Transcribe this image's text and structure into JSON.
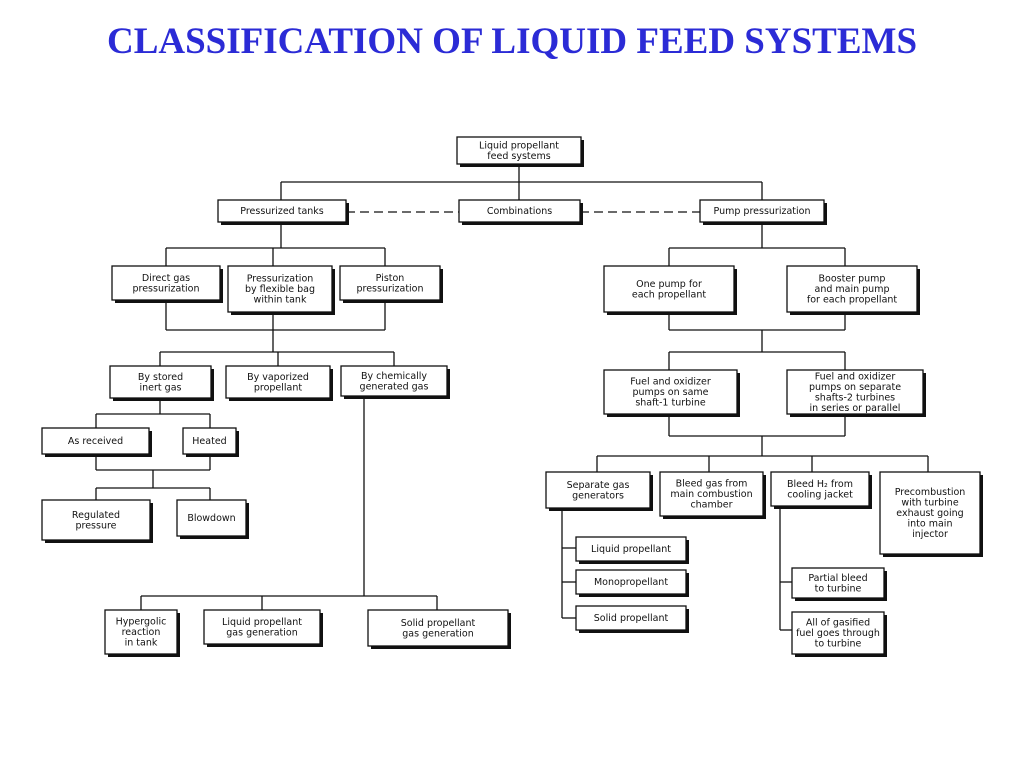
{
  "title": "CLASSIFICATION OF LIQUID FEED SYSTEMS",
  "nodes": {
    "root": [
      "Liquid propellant",
      "feed systems"
    ],
    "pressurized_tanks": [
      "Pressurized tanks"
    ],
    "combinations": [
      "Combinations"
    ],
    "pump_pressurization": [
      "Pump pressurization"
    ],
    "direct_gas": [
      "Direct gas",
      "pressurization"
    ],
    "flexible_bag": [
      "Pressurization",
      "by flexible bag",
      "within tank"
    ],
    "piston": [
      "Piston",
      "pressurization"
    ],
    "stored_inert_gas": [
      "By stored",
      "inert gas"
    ],
    "vaporized_propellant": [
      "By vaporized",
      "propellant"
    ],
    "chemically_generated": [
      "By chemically",
      "generated gas"
    ],
    "as_received": [
      "As received"
    ],
    "heated": [
      "Heated"
    ],
    "regulated_pressure": [
      "Regulated",
      "pressure"
    ],
    "blowdown": [
      "Blowdown"
    ],
    "hypergolic": [
      "Hypergolic",
      "reaction",
      "in tank"
    ],
    "liquid_gas_generation": [
      "Liquid propellant",
      "gas generation"
    ],
    "solid_gas_generation": [
      "Solid propellant",
      "gas generation"
    ],
    "one_pump": [
      "One pump for",
      "each propellant"
    ],
    "booster_pump": [
      "Booster pump",
      "and main pump",
      "for each propellant"
    ],
    "same_shaft": [
      "Fuel and oxidizer",
      "pumps on same",
      "shaft-1 turbine"
    ],
    "separate_shafts": [
      "Fuel and oxidizer",
      "pumps on separate",
      "shafts-2 turbines",
      "in series or parallel"
    ],
    "separate_gas_generators": [
      "Separate gas",
      "generators"
    ],
    "bleed_combustion": [
      "Bleed gas from",
      "main combustion",
      "chamber"
    ],
    "bleed_h2": [
      "Bleed H₂ from",
      "cooling jacket"
    ],
    "precombustion": [
      "Precombustion",
      "with turbine",
      "exhaust going",
      "into main",
      "injector"
    ],
    "gg_liquid": [
      "Liquid propellant"
    ],
    "gg_mono": [
      "Monopropellant"
    ],
    "gg_solid": [
      "Solid propellant"
    ],
    "partial_bleed": [
      "Partial bleed",
      "to turbine"
    ],
    "all_fuel": [
      "All of gasified",
      "fuel goes through",
      "to turbine"
    ]
  }
}
